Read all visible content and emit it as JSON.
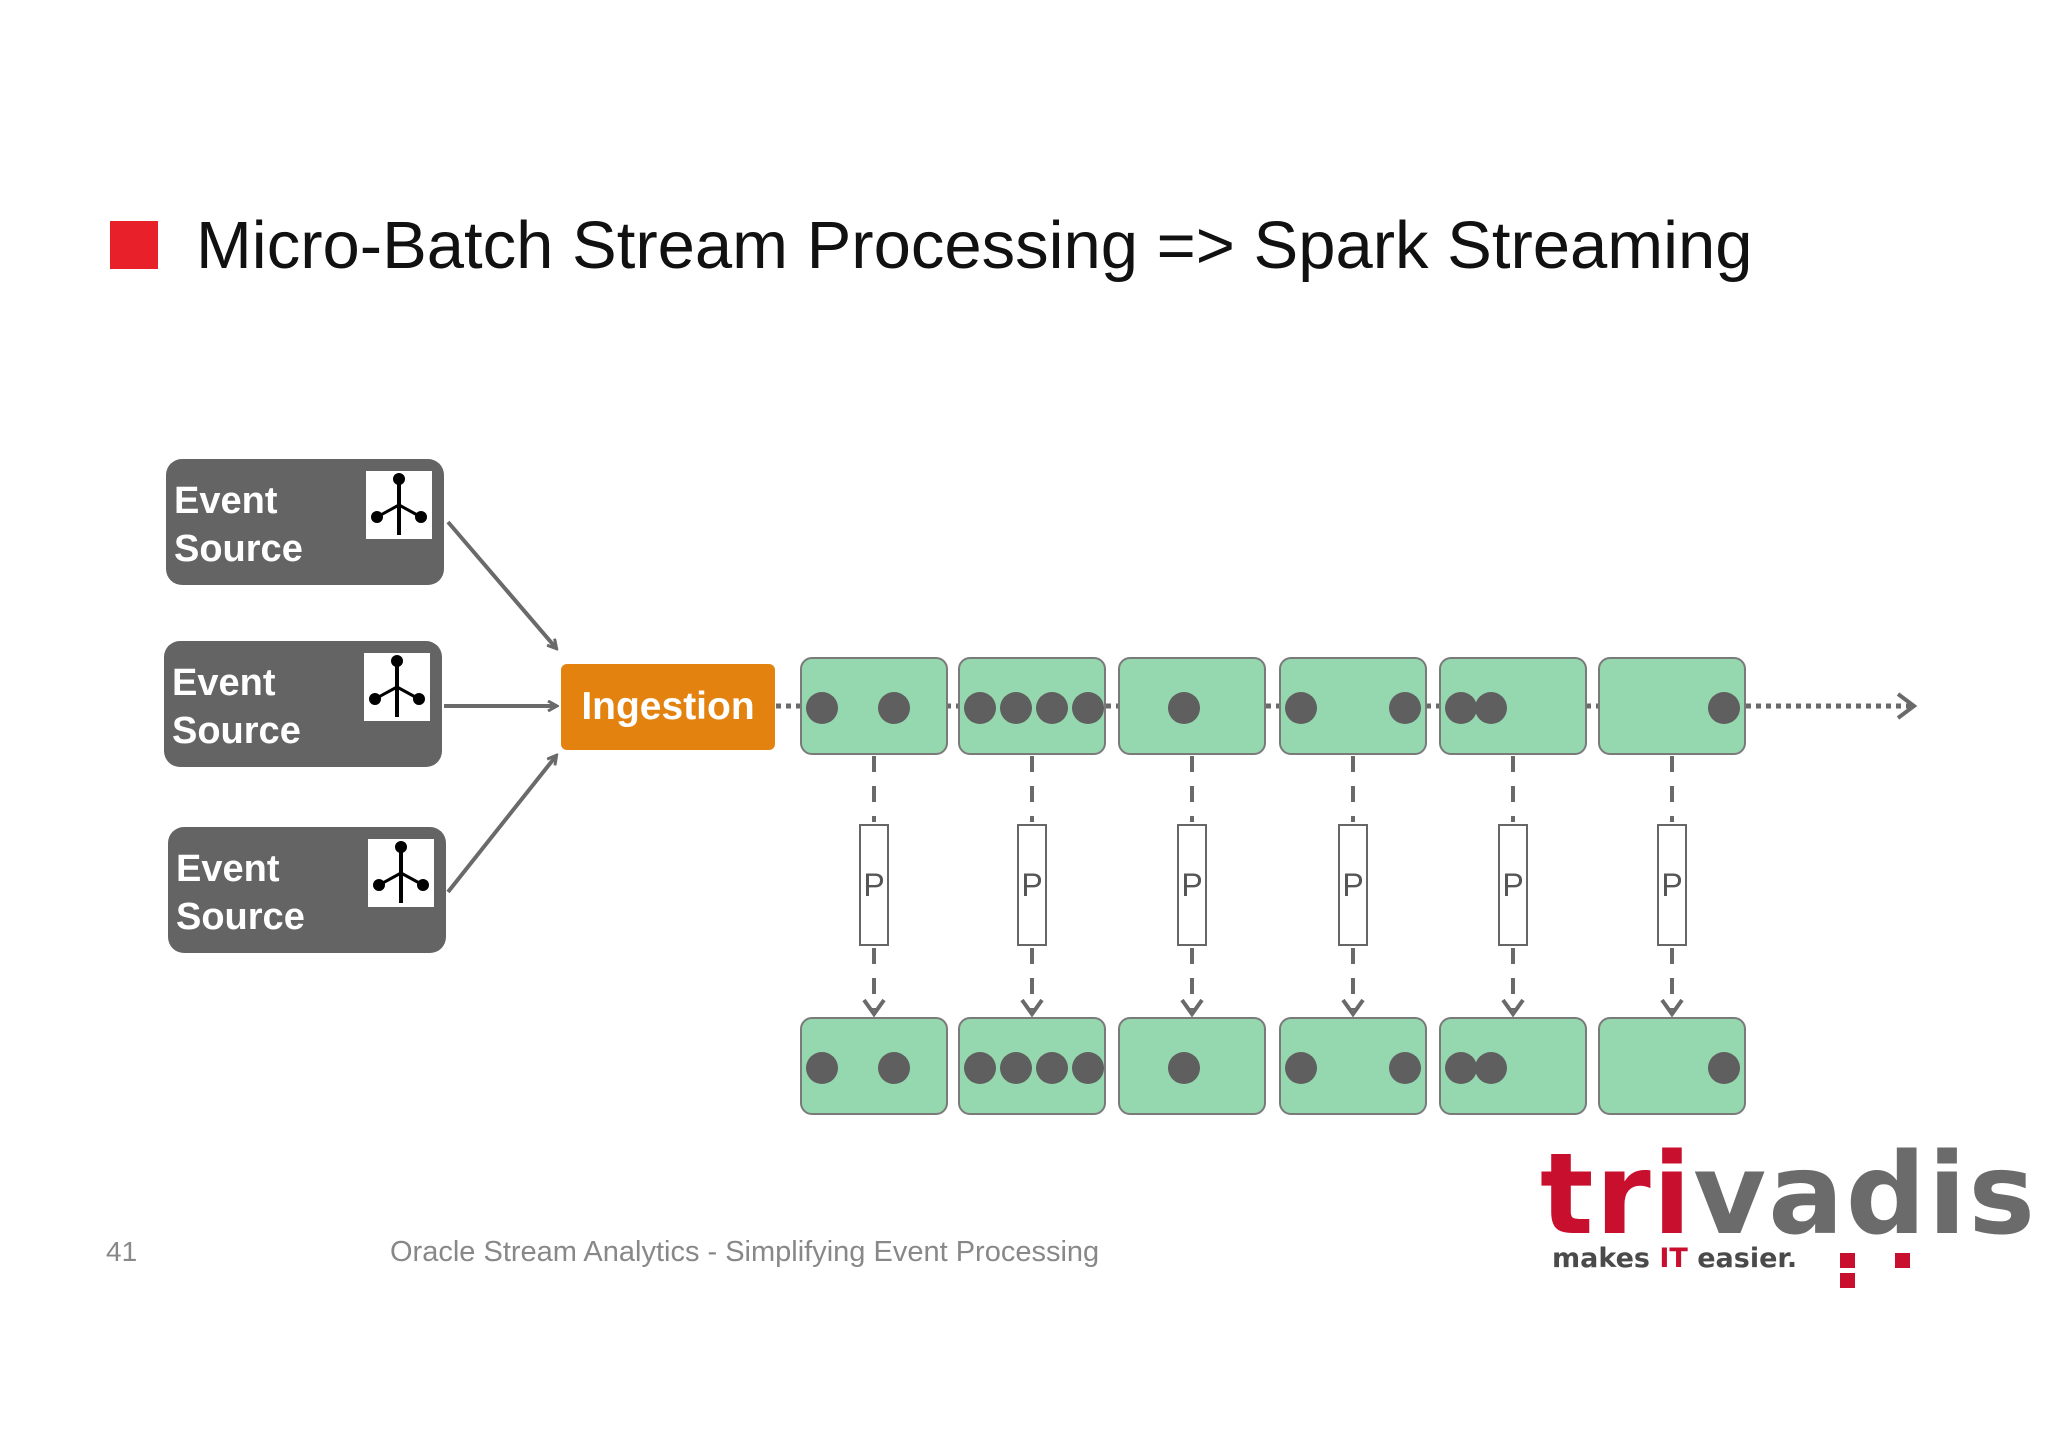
{
  "title": "Micro-Batch Stream Processing => Spark Streaming",
  "sources": [
    {
      "label_line1": "Event",
      "label_line2": "Source"
    },
    {
      "label_line1": "Event",
      "label_line2": "Source"
    },
    {
      "label_line1": "Event",
      "label_line2": "Source"
    }
  ],
  "ingestion": {
    "label": "Ingestion"
  },
  "batches": [
    {
      "processor_label": "P",
      "event_count": 2
    },
    {
      "processor_label": "P",
      "event_count": 4
    },
    {
      "processor_label": "P",
      "event_count": 1
    },
    {
      "processor_label": "P",
      "event_count": 2
    },
    {
      "processor_label": "P",
      "event_count": 2
    },
    {
      "processor_label": "P",
      "event_count": 1
    }
  ],
  "footer": {
    "page_number": "41",
    "text": "Oracle Stream Analytics - Simplifying Event Processing"
  },
  "logo": {
    "word_part1": "tri",
    "word_part2": "vadis",
    "tagline_part1": "makes ",
    "tagline_part2": "IT",
    "tagline_part3": " easier."
  },
  "colors": {
    "title_square": "#e8202a",
    "source_box": "#646464",
    "ingestion": "#e3820f",
    "batch_fill": "#95d7ae",
    "event_dot": "#5f5f5f",
    "logo_red": "#c8102e"
  }
}
